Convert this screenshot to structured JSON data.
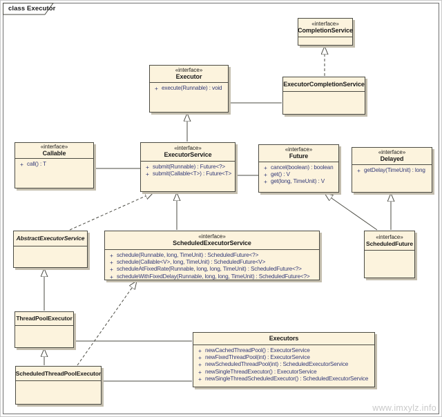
{
  "frame": {
    "title": "class Executor"
  },
  "symbols": {
    "plus": "+"
  },
  "watermark": "www.imxylz.info",
  "colors": {
    "box_fill": "#fcf3dd",
    "box_border": "#4a4a42",
    "method_text": "#333a78",
    "shadow": "#c3bdad",
    "watermark_text": "#c9c9c9"
  },
  "classes": {
    "completion_service": {
      "stereotype": "«interface»",
      "name": "CompletionService",
      "methods": []
    },
    "executor_completion_service": {
      "name": "ExecutorCompletionService",
      "methods": []
    },
    "executor": {
      "stereotype": "«interface»",
      "name": "Executor",
      "methods": [
        "execute(Runnable) : void"
      ]
    },
    "callable": {
      "stereotype": "«interface»",
      "name": "Callable",
      "methods": [
        "call() : T"
      ]
    },
    "executor_service": {
      "stereotype": "«interface»",
      "name": "ExecutorService",
      "methods": [
        "submit(Runnable) : Future<?>",
        "submit(Callable<T>) : Future<T>"
      ]
    },
    "future": {
      "stereotype": "«interface»",
      "name": "Future",
      "methods": [
        "cancel(boolean) : boolean",
        "get() : V",
        "get(long, TimeUnit) : V"
      ]
    },
    "delayed": {
      "stereotype": "«interface»",
      "name": "Delayed",
      "methods": [
        "getDelay(TimeUnit) : long"
      ]
    },
    "abstract_executor_service": {
      "name": "AbstractExecutorService",
      "methods": []
    },
    "scheduled_executor_service": {
      "stereotype": "«interface»",
      "name": "ScheduledExecutorService",
      "methods": [
        "schedule(Runnable, long, TimeUnit) : ScheduledFuture<?>",
        "schedule(Callable<V>, long, TimeUnit) : ScheduledFuture<V>",
        "scheduleAtFixedRate(Runnable, long, long, TimeUnit) : ScheduledFuture<?>",
        "scheduleWithFixedDelay(Runnable, long, long, TimeUnit) : ScheduledFuture<?>"
      ]
    },
    "scheduled_future": {
      "stereotype": "«interface»",
      "name": "ScheduledFuture",
      "methods": []
    },
    "thread_pool_executor": {
      "name": "ThreadPoolExecutor",
      "methods": []
    },
    "scheduled_thread_pool_executor": {
      "name": "ScheduledThreadPoolExecutor",
      "methods": []
    },
    "executors": {
      "name": "Executors",
      "methods": [
        "newCachedThreadPool() : ExecutorService",
        "newFixedThreadPool(int) : ExecutorService",
        "newScheduledThreadPool(int) : ScheduledExecutorService",
        "newSingleThreadExecutor() : ExecutorService",
        "newSingleThreadScheduledExecutor() : ScheduledExecutorService"
      ]
    }
  },
  "relationships": [
    {
      "from": "ExecutorCompletionService",
      "to": "CompletionService",
      "type": "realization"
    },
    {
      "from": "ExecutorCompletionService",
      "to": "Executor",
      "type": "association-arrow"
    },
    {
      "from": "ExecutorService",
      "to": "Executor",
      "type": "generalization"
    },
    {
      "from": "Callable",
      "to": "ExecutorService",
      "type": "association"
    },
    {
      "from": "ExecutorService",
      "to": "Future",
      "type": "association"
    },
    {
      "from": "ScheduledExecutorService",
      "to": "ExecutorService",
      "type": "generalization"
    },
    {
      "from": "AbstractExecutorService",
      "to": "ExecutorService",
      "type": "realization"
    },
    {
      "from": "ScheduledFuture",
      "to": "Future",
      "type": "generalization"
    },
    {
      "from": "ScheduledFuture",
      "to": "Delayed",
      "type": "generalization"
    },
    {
      "from": "ThreadPoolExecutor",
      "to": "AbstractExecutorService",
      "type": "generalization"
    },
    {
      "from": "ScheduledThreadPoolExecutor",
      "to": "ThreadPoolExecutor",
      "type": "generalization"
    },
    {
      "from": "ScheduledThreadPoolExecutor",
      "to": "ScheduledExecutorService",
      "type": "realization"
    },
    {
      "from": "Executors",
      "to": "ThreadPoolExecutor",
      "type": "association-arrow"
    },
    {
      "from": "Executors",
      "to": "ScheduledThreadPoolExecutor",
      "type": "association-arrow"
    }
  ]
}
